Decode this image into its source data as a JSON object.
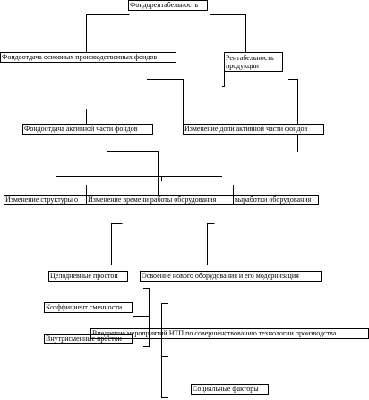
{
  "diagram": {
    "nodes": {
      "root": "Фондорентабельность",
      "fixed_assets_productivity": "Фондоотдача основных производственных фондов",
      "product_profitability": "Рентабельность продукции",
      "active_assets_productivity": "Фондоотдача активной части фондов",
      "active_share_change": "Изменение доли активной части фондов",
      "structure_change": "Изменение структуры о",
      "work_time_change": "Изменение времени работы оборудования",
      "output_change": "выработки оборудования",
      "all_day_downtime": "Целодневные простои",
      "new_equipment": "Освоение нового оборудования и его модернизация",
      "shift_ratio": "Коэффициент сменности",
      "intrashift_downtime": "Внутрисменные простои",
      "ntp_measures": "Внедрение мероприятий НТП по совершенствованию технологии производства",
      "social_factors": "Социальные факторы"
    }
  }
}
